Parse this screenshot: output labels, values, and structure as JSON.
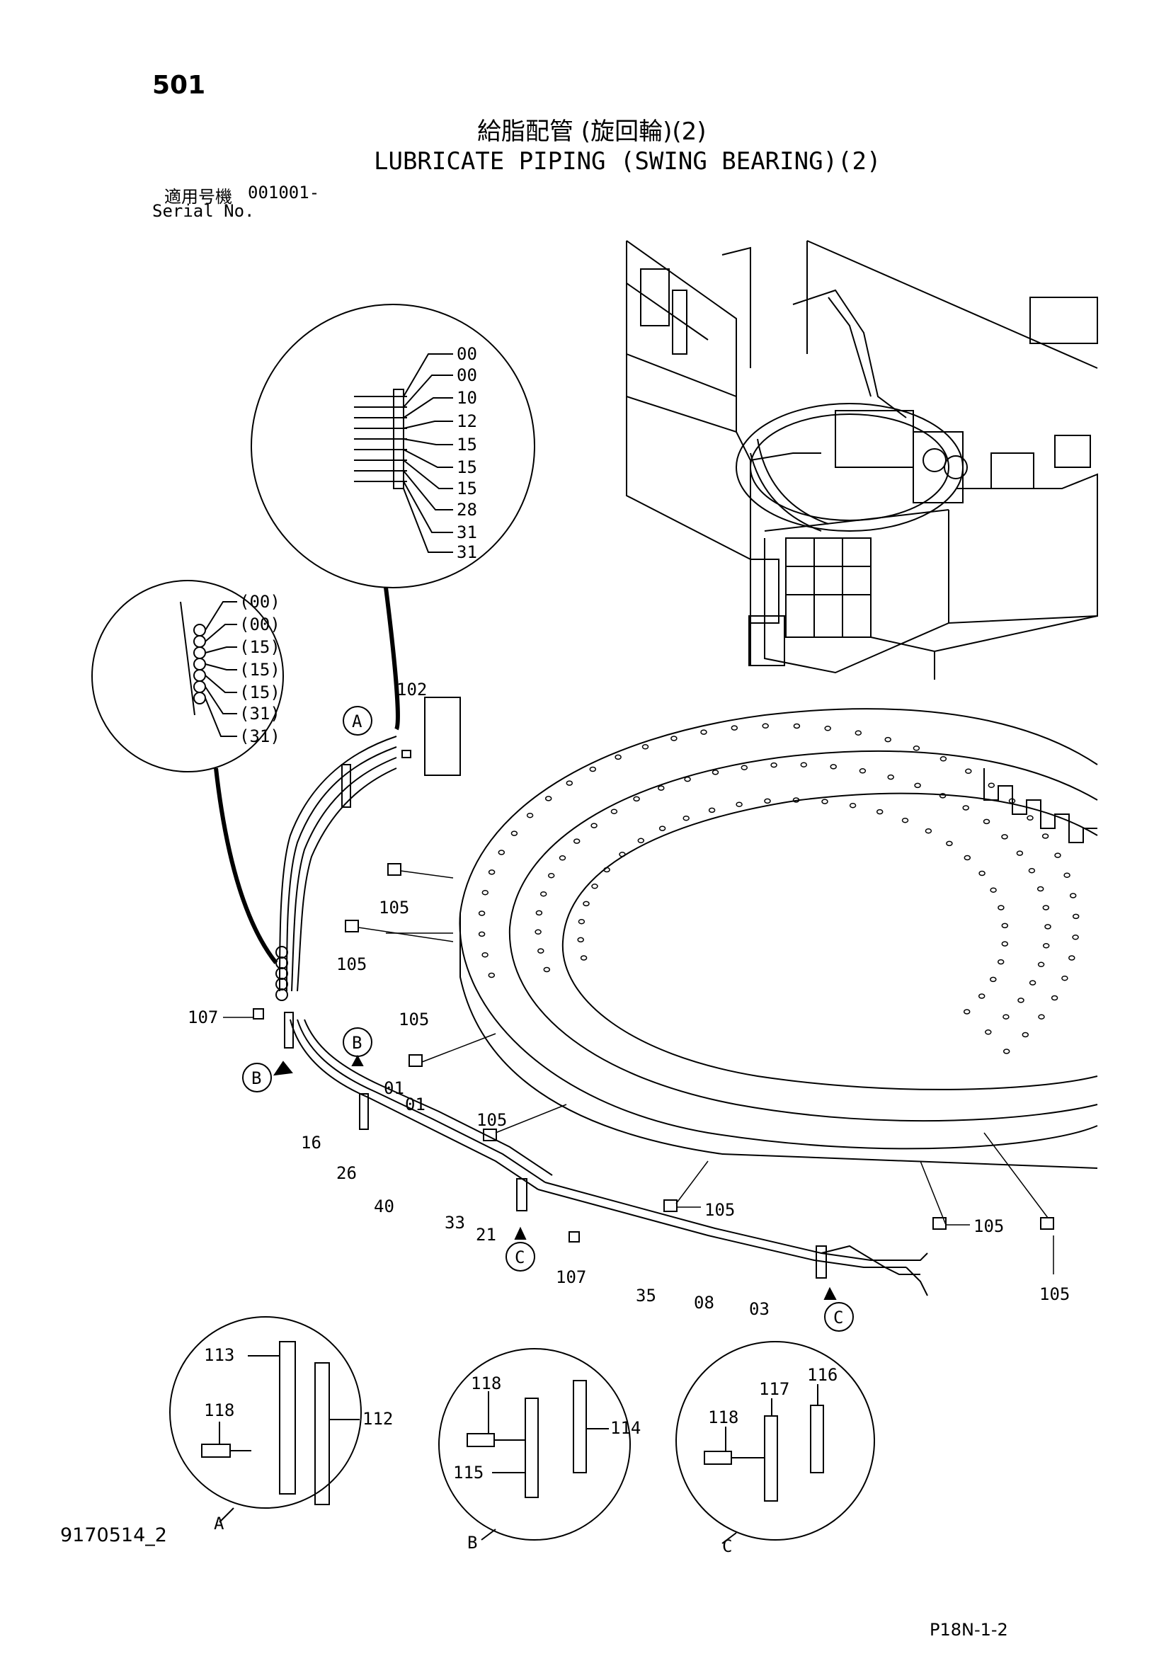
{
  "header": {
    "page_number": "501",
    "title_jp": "給脂配管 (旋回輪)(2)",
    "title_en": "LUBRICATE PIPING (SWING BEARING)(2)",
    "serial_label_jp": "適用号機",
    "serial_value": "001001-",
    "serial_label_en": "Serial No."
  },
  "detail_top": {
    "labels": [
      "00",
      "00",
      "10",
      "12",
      "15",
      "15",
      "15",
      "28",
      "31",
      "31"
    ]
  },
  "detail_left": {
    "labels": [
      "(00)",
      "(00)",
      "(15)",
      "(15)",
      "(15)",
      "(31)",
      "(31)"
    ]
  },
  "callouts": {
    "p102": "102",
    "p105_a": "105",
    "p105_b": "105",
    "p105_c": "105",
    "p105_d": "105",
    "p105_e": "105",
    "p105_f": "105",
    "p105_g": "105",
    "p107_a": "107",
    "p107_b": "107",
    "p16": "16",
    "p26": "26",
    "p40": "40",
    "p01_a": "01",
    "p01_b": "01",
    "p33": "33",
    "p21": "21",
    "p35": "35",
    "p08": "08",
    "p03": "03",
    "ref_A": "A",
    "ref_B": "B",
    "ref_B2": "B",
    "ref_C": "C",
    "ref_C2": "C"
  },
  "detail_A": {
    "label": "A",
    "parts": {
      "p113": "113",
      "p118": "118",
      "p112": "112"
    }
  },
  "detail_B": {
    "label": "B",
    "parts": {
      "p118": "118",
      "p114": "114",
      "p115": "115"
    }
  },
  "detail_C": {
    "label": "C",
    "parts": {
      "p116": "116",
      "p117": "117",
      "p118": "118"
    }
  },
  "footer": {
    "document_id": "9170514_2",
    "sheet_id": "P18N-1-2"
  }
}
